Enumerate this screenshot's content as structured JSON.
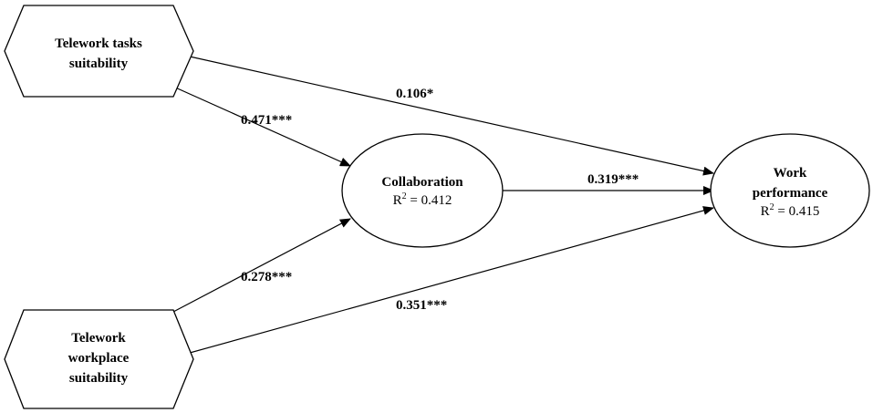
{
  "nodes": {
    "tasks": {
      "line1": "Telework tasks",
      "line2": "suitability"
    },
    "workplace": {
      "line1": "Telework",
      "line2": "workplace",
      "line3": "suitability"
    },
    "collaboration": {
      "name": "Collaboration",
      "r2_prefix": "R",
      "r2_exp": "2",
      "r2_value": " = 0.412"
    },
    "performance": {
      "line1": "Work",
      "line2": "performance",
      "r2_prefix": "R",
      "r2_exp": "2",
      "r2_value": " = 0.415"
    }
  },
  "paths": {
    "tasks_to_performance": "0.106*",
    "tasks_to_collaboration": "0.471***",
    "collaboration_to_performance": "0.319***",
    "workplace_to_collaboration": "0.278***",
    "workplace_to_performance": "0.351***"
  }
}
